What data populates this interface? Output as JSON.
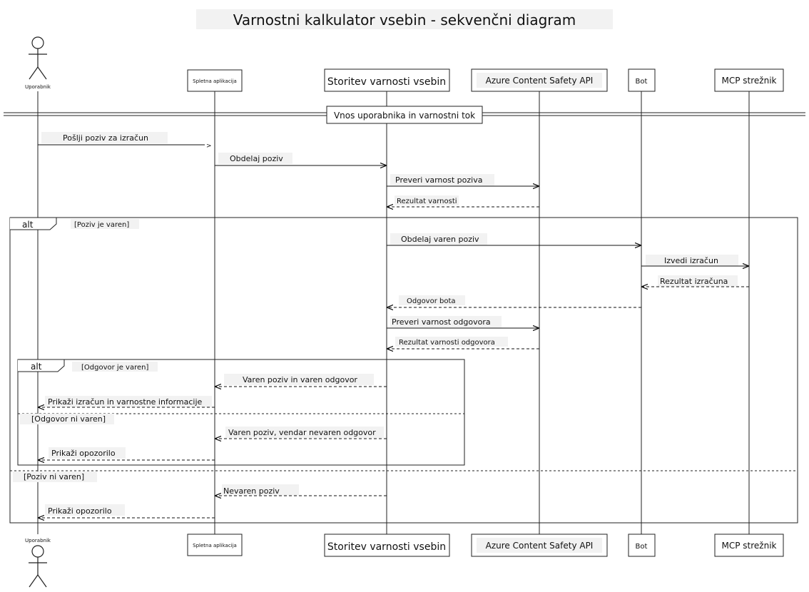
{
  "title": "Varnostni kalkulator vsebin - sekvenčni diagram",
  "participants": [
    {
      "id": "user",
      "label": "Uporabnik",
      "kind": "actor"
    },
    {
      "id": "web",
      "label": "Spletna aplikacija",
      "kind": "box"
    },
    {
      "id": "svc",
      "label": "Storitev varnosti vsebin",
      "kind": "box"
    },
    {
      "id": "api",
      "label": "Azure Content Safety API",
      "kind": "box"
    },
    {
      "id": "bot",
      "label": "Bot",
      "kind": "box"
    },
    {
      "id": "mcp",
      "label": "MCP strežnik",
      "kind": "box"
    }
  ],
  "section": "Vnos uporabnika in varnostni tok",
  "messages": [
    {
      "from": "user",
      "to": "web",
      "label": "Pošlji poziv za izračun",
      "dashed": false
    },
    {
      "from": "web",
      "to": "svc",
      "label": "Obdelaj poziv",
      "dashed": false
    },
    {
      "from": "svc",
      "to": "api",
      "label": "Preveri varnost poziva",
      "dashed": false
    },
    {
      "from": "api",
      "to": "svc",
      "label": "Rezultat varnosti",
      "dashed": true
    },
    {
      "from": "svc",
      "to": "bot",
      "label": "Obdelaj varen poziv",
      "dashed": false
    },
    {
      "from": "bot",
      "to": "mcp",
      "label": "Izvedi izračun",
      "dashed": false
    },
    {
      "from": "mcp",
      "to": "bot",
      "label": "Rezultat izračuna",
      "dashed": true
    },
    {
      "from": "bot",
      "to": "svc",
      "label": "Odgovor bota",
      "dashed": true
    },
    {
      "from": "svc",
      "to": "api",
      "label": "Preveri varnost odgovora",
      "dashed": false
    },
    {
      "from": "api",
      "to": "svc",
      "label": "Rezultat varnosti odgovora",
      "dashed": true
    },
    {
      "from": "svc",
      "to": "web",
      "label": "Varen poziv in varen odgovor",
      "dashed": true
    },
    {
      "from": "web",
      "to": "user",
      "label": "Prikaži izračun in varnostne informacije",
      "dashed": true
    },
    {
      "from": "svc",
      "to": "web",
      "label": "Varen poziv, vendar nevaren odgovor",
      "dashed": true
    },
    {
      "from": "web",
      "to": "user",
      "label": "Prikaži opozorilo",
      "dashed": true
    },
    {
      "from": "svc",
      "to": "web",
      "label": "Nevaren poziv",
      "dashed": true
    },
    {
      "from": "web",
      "to": "user",
      "label": "Prikaži opozorilo",
      "dashed": true
    }
  ],
  "fragments": [
    {
      "keyword": "alt",
      "condition": "[Poziv je varen]",
      "else_condition": "[Poziv ni varen]"
    },
    {
      "keyword": "alt",
      "condition": "[Odgovor je varen]",
      "else_condition": "[Odgovor ni varen]"
    }
  ]
}
